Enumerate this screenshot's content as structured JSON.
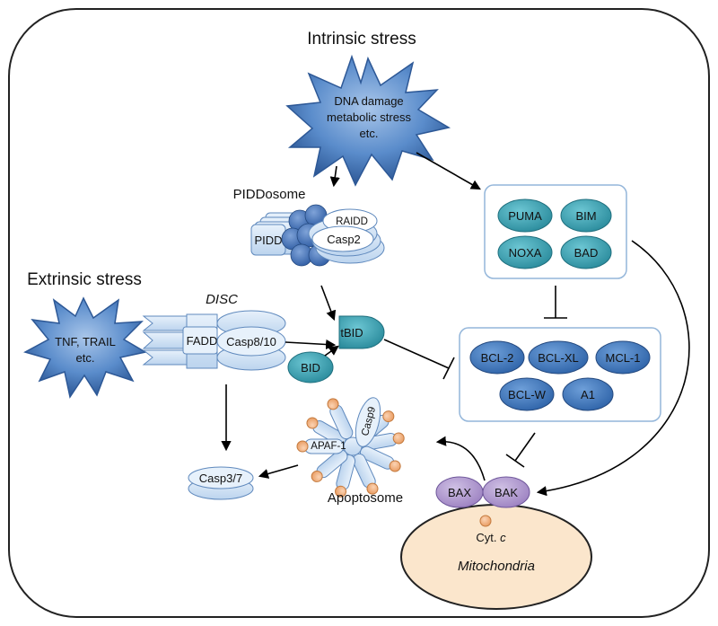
{
  "labels": {
    "intrinsic_stress": "Intrinsic stress",
    "extrinsic_stress": "Extrinsic stress",
    "piddosome": "PIDDosome",
    "disc": "DISC",
    "apoptosome": "Apoptosome",
    "mitochondria": "Mitochondria"
  },
  "intrinsic_burst": {
    "line1": "DNA damage",
    "line2": "metabolic stress",
    "line3": "etc."
  },
  "extrinsic_burst": {
    "line1": "TNF, TRAIL",
    "line2": "etc."
  },
  "piddosome": {
    "pidd": "PIDD",
    "raidd": "RAIDD",
    "casp2": "Casp2"
  },
  "disc": {
    "fadd": "FADD",
    "casp810": "Casp8/10"
  },
  "bid": "BID",
  "tbid": "tBID",
  "bh3_only": [
    "PUMA",
    "BIM",
    "NOXA",
    "BAD"
  ],
  "anti_apoptotic": [
    "BCL-2",
    "BCL-XL",
    "MCL-1",
    "BCL-W",
    "A1"
  ],
  "apoptosome": {
    "apaf1": "APAF-1",
    "casp9": "Casp9"
  },
  "casp37": "Casp3/7",
  "bax": "BAX",
  "bak": "BAK",
  "cyt_c": {
    "prefix": "Cyt. ",
    "letter": "c"
  },
  "colors": {
    "burst_blue": "#4f7fc0",
    "burst_dark": "#2d5896",
    "teal": "#3aa3b4",
    "bcl_blue": "#3c78bf",
    "purple": "#b39bd1",
    "light_blue": "#cfe1f3",
    "panel_border": "#94b6da",
    "orange": "#f4b183",
    "mito_fill": "#fbe6cc"
  }
}
